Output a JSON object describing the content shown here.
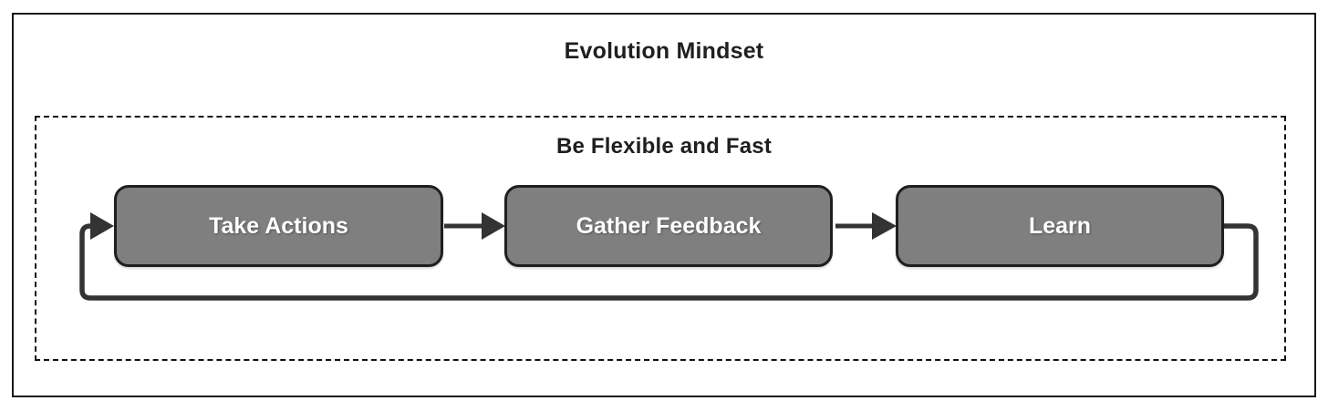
{
  "diagram": {
    "title": "Evolution Mindset",
    "group": {
      "label": "Be Flexible and Fast"
    },
    "nodes": [
      {
        "id": "take-actions",
        "label": "Take Actions"
      },
      {
        "id": "gather-feedback",
        "label": "Gather Feedback"
      },
      {
        "id": "learn",
        "label": "Learn"
      }
    ],
    "edges": [
      {
        "from": "Take Actions",
        "to": "Gather Feedback",
        "style": "arrow-right"
      },
      {
        "from": "Gather Feedback",
        "to": "Learn",
        "style": "arrow-right"
      },
      {
        "from": "Learn",
        "to": "Take Actions",
        "style": "loop-back-arrow"
      }
    ],
    "colors": {
      "background": "#ffffff",
      "outer_border": "#1a1a1a",
      "dashed_border": "#111111",
      "node_fill": "#7f7f7f",
      "node_border": "#1f1f1f",
      "node_text": "#ffffff",
      "edge_line": "#333333",
      "title_text": "#1f1f1f"
    }
  }
}
